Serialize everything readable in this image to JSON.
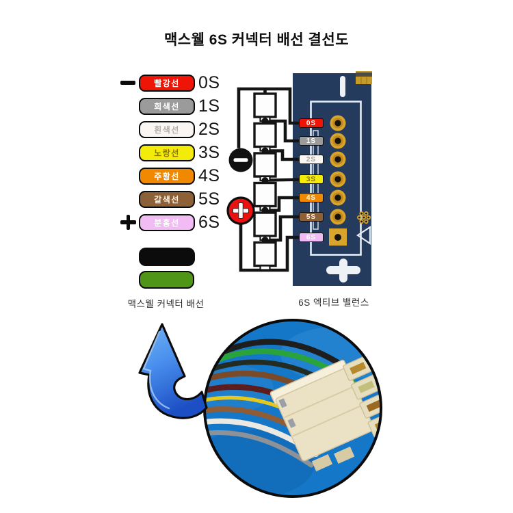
{
  "title": "맥스웰 6S 커넥터 배선 결선도",
  "legend": {
    "caption": "맥스웰 커넥터 배선",
    "negative_sign": "−",
    "positive_sign": "+",
    "rows": [
      {
        "wire_name": "빨강선",
        "tag": "0S",
        "fill": "#ee1507",
        "text": "#ffffff"
      },
      {
        "wire_name": "회색선",
        "tag": "1S",
        "fill": "#9b9b9b",
        "text": "#ffffff"
      },
      {
        "wire_name": "흰색선",
        "tag": "2S",
        "fill": "#f9f6f3",
        "text": "#b5acaa"
      },
      {
        "wire_name": "노랑선",
        "tag": "3S",
        "fill": "#f3eb0a",
        "text": "#8f6f13"
      },
      {
        "wire_name": "주황선",
        "tag": "4S",
        "fill": "#f18900",
        "text": "#ffffff"
      },
      {
        "wire_name": "갈색선",
        "tag": "5S",
        "fill": "#8d6137",
        "text": "#ffeede"
      },
      {
        "wire_name": "분홍선",
        "tag": "6S",
        "fill": "#f0bcf3",
        "text": "#ffffff"
      }
    ],
    "connector_pills": [
      {
        "name": "black-wire-pair",
        "fill": "#0c0c0c"
      },
      {
        "name": "green-wire-pair",
        "fill": "#4f9517"
      }
    ]
  },
  "balancer": {
    "caption": "6S 엑티브 밸런스",
    "board_color": "#243b5e",
    "silkscreen_color": "#e7edf4",
    "pad_gold": "#d9a42c",
    "pins": [
      {
        "tag": "0S",
        "fill": "#ee1507",
        "text": "#ffffff"
      },
      {
        "tag": "1S",
        "fill": "#9b9b9b",
        "text": "#ffffff"
      },
      {
        "tag": "2S",
        "fill": "#f9f6f3",
        "text": "#a8a09d"
      },
      {
        "tag": "3S",
        "fill": "#f3eb0a",
        "text": "#8f6f13"
      },
      {
        "tag": "4S",
        "fill": "#f18900",
        "text": "#ffffff"
      },
      {
        "tag": "5S",
        "fill": "#8d6137",
        "text": "#ffeede"
      },
      {
        "tag": "6S",
        "fill": "#f0bcf3",
        "text": "#ffffff"
      }
    ]
  },
  "circuit": {
    "cell_count": 6,
    "wire_color": "#141414",
    "minus_circle_color": "#111111",
    "plus_circle_color": "#ea1111"
  },
  "photo": {
    "background": "#1577c8",
    "arrow_color": "#3b82e8",
    "connector_color": "#ebe2c6",
    "wire_colors": [
      "#1e1e1e",
      "#2aa33d",
      "#232b23",
      "#7b4a28",
      "#5e1d1d",
      "#e6c81c",
      "#8f5c36",
      "#ece8e2",
      "#8d9298"
    ]
  }
}
